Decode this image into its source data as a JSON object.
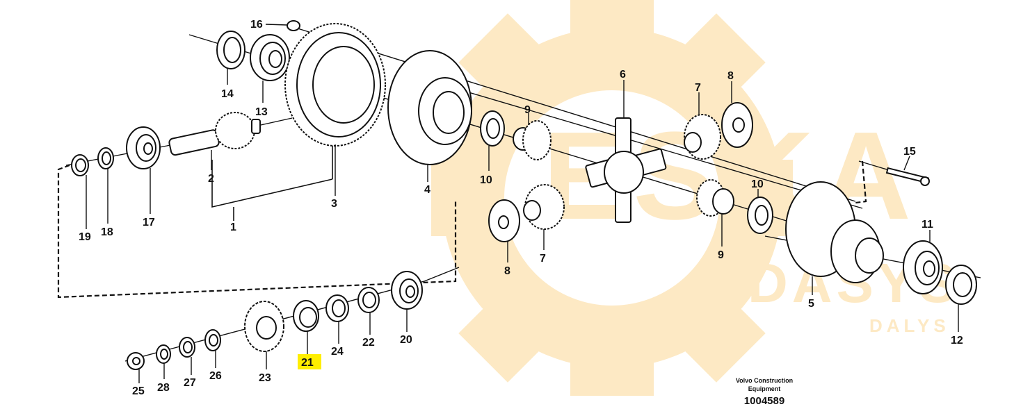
{
  "colors": {
    "watermark": "#fde9c4",
    "highlight": "#ffee00",
    "ink": "#111111",
    "background": "#ffffff"
  },
  "watermark": {
    "big_text": "ESKA",
    "mid_text": "DASYS",
    "small_text": "DALYS",
    "icon": "gear-icon"
  },
  "highlighted_part": "21",
  "part_labels": [
    "16",
    "14",
    "13",
    "2",
    "3",
    "1",
    "19",
    "18",
    "17",
    "4",
    "10",
    "9",
    "6",
    "7",
    "8",
    "15",
    "10",
    "9",
    "11",
    "5",
    "12",
    "8",
    "7",
    "20",
    "22",
    "24",
    "21",
    "23",
    "26",
    "27",
    "28",
    "25"
  ],
  "caption": {
    "line1": "Volvo Construction",
    "line2": "Equipment",
    "code": "1004589"
  }
}
